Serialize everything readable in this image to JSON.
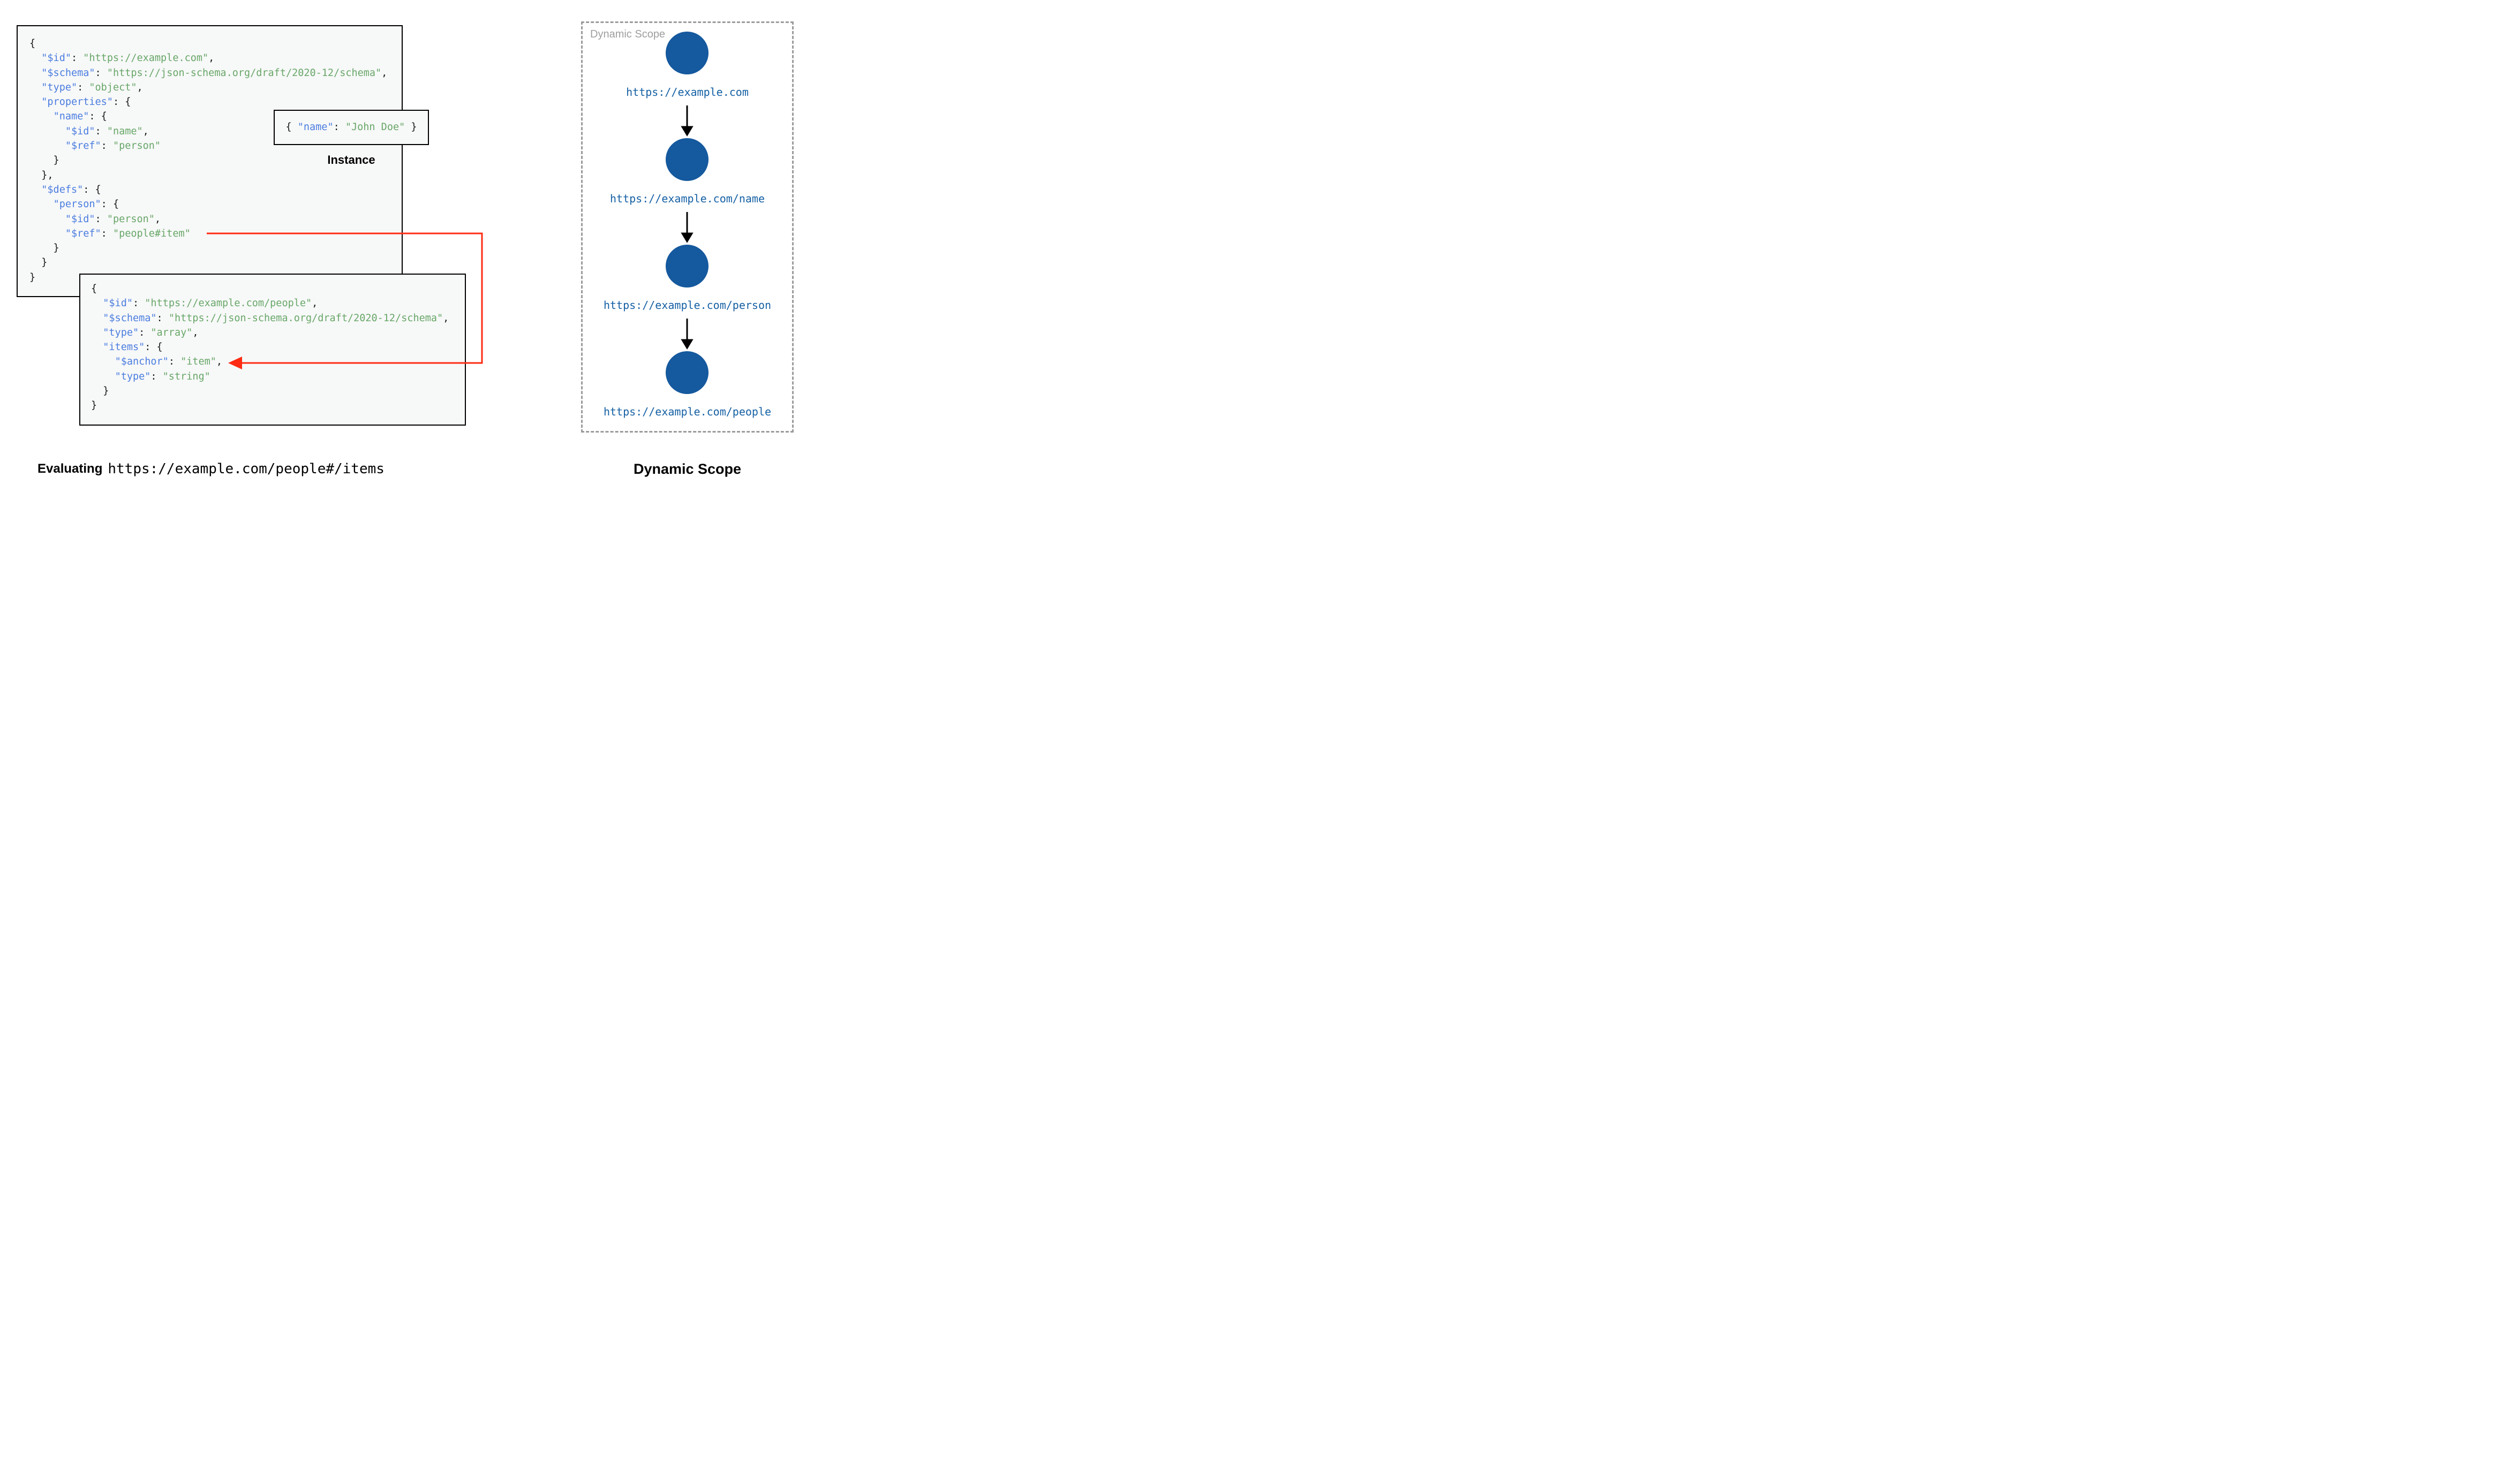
{
  "colors": {
    "key": "#4a7de0",
    "value": "#68a768",
    "punct": "#1a1a1a",
    "node_fill": "#15599e",
    "node_label": "#1560a4",
    "red_arrow": "#ff2b13",
    "box_bg": "#f7f8f8",
    "box_border": "#000000",
    "dashed_border": "#9b9b9b",
    "scope_label_gray": "#9e9e9e",
    "caption": "#000000"
  },
  "schema1": {
    "lines": [
      [
        [
          "p",
          "{"
        ]
      ],
      [
        [
          "p",
          "  "
        ],
        [
          "k",
          "\"$id\""
        ],
        [
          "p",
          ": "
        ],
        [
          "v",
          "\"https://example.com\""
        ],
        [
          "p",
          ","
        ]
      ],
      [
        [
          "p",
          "  "
        ],
        [
          "k",
          "\"$schema\""
        ],
        [
          "p",
          ": "
        ],
        [
          "v",
          "\"https://json-schema.org/draft/2020-12/schema\""
        ],
        [
          "p",
          ","
        ]
      ],
      [
        [
          "p",
          "  "
        ],
        [
          "k",
          "\"type\""
        ],
        [
          "p",
          ": "
        ],
        [
          "v",
          "\"object\""
        ],
        [
          "p",
          ","
        ]
      ],
      [
        [
          "p",
          "  "
        ],
        [
          "k",
          "\"properties\""
        ],
        [
          "p",
          ": {"
        ]
      ],
      [
        [
          "p",
          "    "
        ],
        [
          "k",
          "\"name\""
        ],
        [
          "p",
          ": {"
        ]
      ],
      [
        [
          "p",
          "      "
        ],
        [
          "k",
          "\"$id\""
        ],
        [
          "p",
          ": "
        ],
        [
          "v",
          "\"name\""
        ],
        [
          "p",
          ","
        ]
      ],
      [
        [
          "p",
          "      "
        ],
        [
          "k",
          "\"$ref\""
        ],
        [
          "p",
          ": "
        ],
        [
          "v",
          "\"person\""
        ]
      ],
      [
        [
          "p",
          "    }"
        ]
      ],
      [
        [
          "p",
          "  },"
        ]
      ],
      [
        [
          "p",
          "  "
        ],
        [
          "k",
          "\"$defs\""
        ],
        [
          "p",
          ": {"
        ]
      ],
      [
        [
          "p",
          "    "
        ],
        [
          "k",
          "\"person\""
        ],
        [
          "p",
          ": {"
        ]
      ],
      [
        [
          "p",
          "      "
        ],
        [
          "k",
          "\"$id\""
        ],
        [
          "p",
          ": "
        ],
        [
          "v",
          "\"person\""
        ],
        [
          "p",
          ","
        ]
      ],
      [
        [
          "p",
          "      "
        ],
        [
          "k",
          "\"$ref\""
        ],
        [
          "p",
          ": "
        ],
        [
          "v",
          "\"people#item\""
        ]
      ],
      [
        [
          "p",
          "    }"
        ]
      ],
      [
        [
          "p",
          "  }"
        ]
      ],
      [
        [
          "p",
          "}"
        ]
      ]
    ]
  },
  "schema2": {
    "lines": [
      [
        [
          "p",
          "{"
        ]
      ],
      [
        [
          "p",
          "  "
        ],
        [
          "k",
          "\"$id\""
        ],
        [
          "p",
          ": "
        ],
        [
          "v",
          "\"https://example.com/people\""
        ],
        [
          "p",
          ","
        ]
      ],
      [
        [
          "p",
          "  "
        ],
        [
          "k",
          "\"$schema\""
        ],
        [
          "p",
          ": "
        ],
        [
          "v",
          "\"https://json-schema.org/draft/2020-12/schema\""
        ],
        [
          "p",
          ","
        ]
      ],
      [
        [
          "p",
          "  "
        ],
        [
          "k",
          "\"type\""
        ],
        [
          "p",
          ": "
        ],
        [
          "v",
          "\"array\""
        ],
        [
          "p",
          ","
        ]
      ],
      [
        [
          "p",
          "  "
        ],
        [
          "k",
          "\"items\""
        ],
        [
          "p",
          ": {"
        ]
      ],
      [
        [
          "p",
          "    "
        ],
        [
          "k",
          "\"$anchor\""
        ],
        [
          "p",
          ": "
        ],
        [
          "v",
          "\"item\""
        ],
        [
          "p",
          ","
        ]
      ],
      [
        [
          "p",
          "    "
        ],
        [
          "k",
          "\"type\""
        ],
        [
          "p",
          ": "
        ],
        [
          "v",
          "\"string\""
        ]
      ],
      [
        [
          "p",
          "  }"
        ]
      ],
      [
        [
          "p",
          "}"
        ]
      ]
    ]
  },
  "instance": {
    "lines": [
      [
        [
          "p",
          "{ "
        ],
        [
          "k",
          "\"name\""
        ],
        [
          "p",
          ": "
        ],
        [
          "v",
          "\"John Doe\""
        ],
        [
          "p",
          " }"
        ]
      ]
    ],
    "caption": "Instance"
  },
  "scope": {
    "box_label": "Dynamic Scope",
    "caption": "Dynamic Scope",
    "nodes": [
      "https://example.com",
      "https://example.com/name",
      "https://example.com/person",
      "https://example.com/people"
    ]
  },
  "evaluating": {
    "label": "Evaluating",
    "uri": "https://example.com/people#/items"
  }
}
